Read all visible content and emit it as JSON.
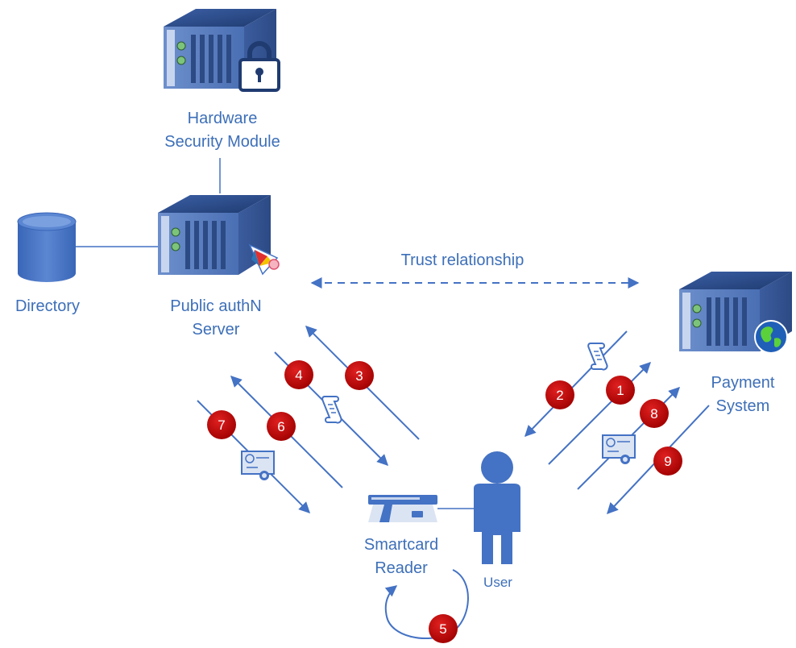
{
  "nodes": {
    "hsm": {
      "line1": "Hardware",
      "line2": "Security Module"
    },
    "directory": {
      "label": "Directory"
    },
    "auth_server": {
      "line1": "Public authN",
      "line2": "Server"
    },
    "payment_system": {
      "line1": "Payment",
      "line2": "System"
    },
    "smartcard_reader": {
      "line1": "Smartcard",
      "line2": "Reader"
    },
    "user": {
      "label": "User"
    }
  },
  "trust": {
    "label": "Trust relationship"
  },
  "steps": [
    "1",
    "2",
    "3",
    "4",
    "5",
    "6",
    "7",
    "8",
    "9"
  ],
  "colors": {
    "text": "#3d6fb8",
    "line": "#4472c4",
    "step_badge": "#c00000",
    "server_top": "#2e4f8f",
    "server_side": "#5b7fc0"
  },
  "icons": [
    "server-icon",
    "lock-icon",
    "database-icon",
    "certificate-ribbon-icon",
    "globe-icon",
    "token-scroll-icon",
    "certificate-icon",
    "card-reader-icon",
    "person-icon"
  ]
}
